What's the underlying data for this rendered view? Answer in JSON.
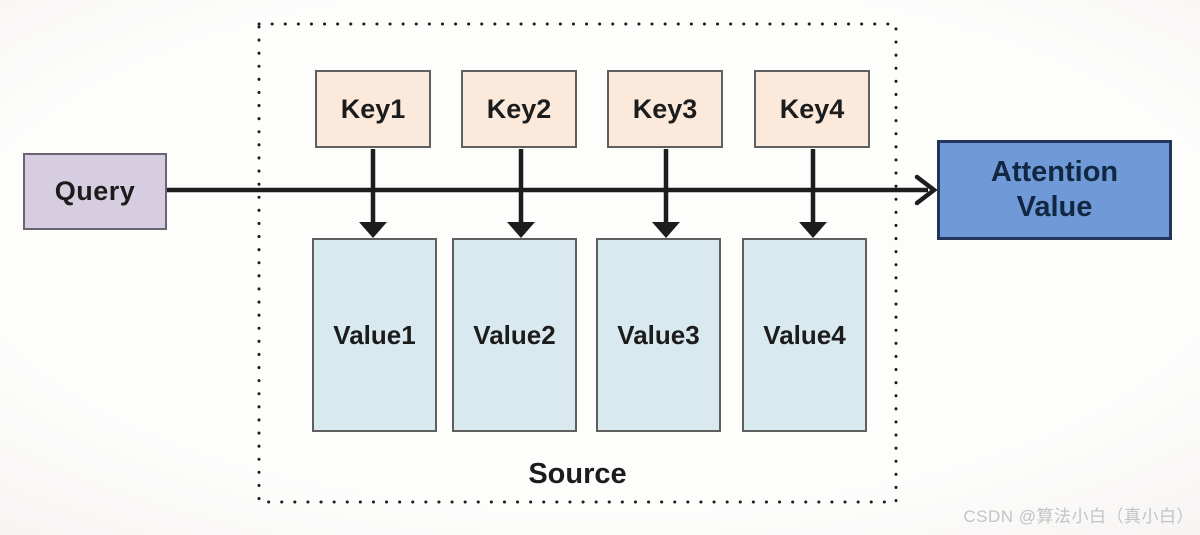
{
  "diagram": {
    "query": {
      "label": "Query"
    },
    "keys": [
      {
        "label": "Key1"
      },
      {
        "label": "Key2"
      },
      {
        "label": "Key3"
      },
      {
        "label": "Key4"
      }
    ],
    "values": [
      {
        "label": "Value1"
      },
      {
        "label": "Value2"
      },
      {
        "label": "Value3"
      },
      {
        "label": "Value4"
      }
    ],
    "source": {
      "label": "Source"
    },
    "attention": {
      "line1": "Attention",
      "line2": "Value"
    },
    "colors": {
      "query-fill": "#d6cee0",
      "query-border": "#6a6472",
      "key-fill": "#fbeadc",
      "value-fill": "#d8e9ef",
      "box-border": "#5f5f5f",
      "attention-fill": "#6f9ad7",
      "attention-border": "#24355c",
      "attention-text": "#122742",
      "line-color": "#1d1d1d",
      "text-color": "#1c1c1c",
      "watermark-color": "#c3c3c3"
    }
  },
  "watermark": {
    "text": "CSDN @算法小白（真小白）"
  }
}
